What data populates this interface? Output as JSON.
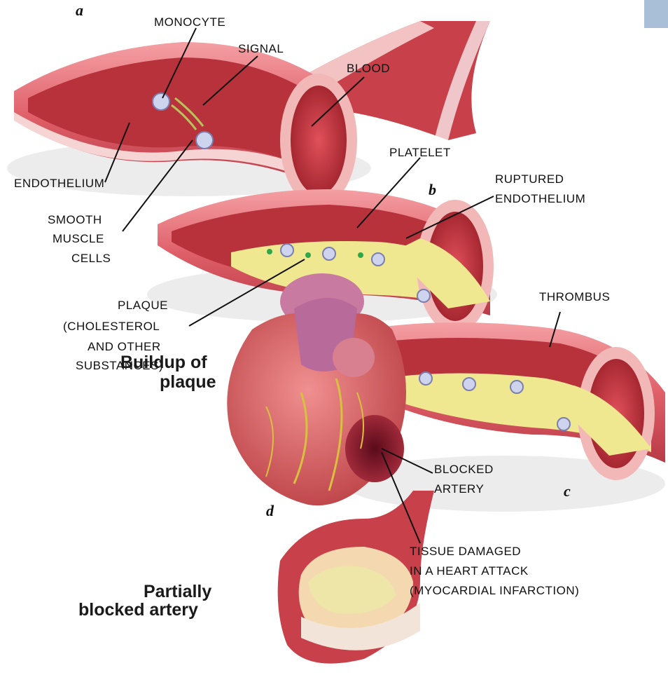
{
  "panel_letters": {
    "a": "a",
    "b": "b",
    "c": "c",
    "d": "d"
  },
  "labels": {
    "monocyte": "MONOCYTE",
    "signal": "SIGNAL",
    "blood": "BLOOD",
    "platelet": "PLATELET",
    "ruptured_1": "RUPTURED",
    "ruptured_2": "ENDOTHELIUM",
    "endothelium": "ENDOTHELIUM",
    "smooth_1": "SMOOTH",
    "smooth_2": "MUSCLE",
    "smooth_3": "CELLS",
    "plaque_1": "PLAQUE",
    "plaque_2": "(CHOLESTEROL",
    "plaque_3": "AND OTHER",
    "plaque_4": "SUBSTANCES)",
    "thrombus": "THROMBUS",
    "blocked_1": "BLOCKED",
    "blocked_2": "ARTERY",
    "tissue_1": "TISSUE DAMAGED",
    "tissue_2": "IN A HEART ATTACK",
    "tissue_3": "(MYOCARDIAL INFARCTION)"
  },
  "captions": {
    "buildup_1": "Buildup of",
    "buildup_2": "plaque",
    "partial_1": "Partially",
    "partial_2": "blocked artery"
  },
  "colors": {
    "vessel_wall": "#e8707a",
    "lumen": "#c8323a",
    "plaque": "#f0e890",
    "heart": "#d86a6a",
    "corner_accent": "#a8bfd7"
  }
}
